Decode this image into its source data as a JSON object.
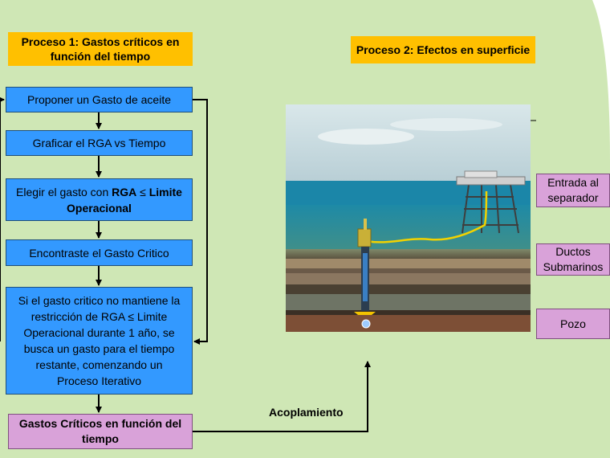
{
  "colors": {
    "background": "#CFE7B5",
    "title_fill": "#FFC000",
    "step_fill": "#3399FF",
    "output_fill": "#D9A2D9",
    "arrow": "#000000"
  },
  "process1": {
    "title": "Proceso 1: Gastos críticos en función del tiempo",
    "steps": [
      {
        "text": "Proponer un Gasto de aceite"
      },
      {
        "text": "Graficar el RGA vs Tiempo"
      },
      {
        "text_pre": "Elegir el gasto con ",
        "text_bold_a": "RGA",
        "symbol": "≤",
        "text_bold_b": "Limite Operacional"
      },
      {
        "text": "Encontraste el Gasto Critico"
      },
      {
        "text_pre": "Si el gasto critico no mantiene la restricción de RGA ",
        "symbol": "≤",
        "text_post": " Limite Operacional durante 1 año, se busca un gasto para el tiempo restante, comenzando un Proceso Iterativo"
      }
    ],
    "output": "Gastos Críticos en función del tiempo"
  },
  "process2": {
    "title": "Proceso 2: Efectos en superficie",
    "labels": [
      "Entrada al separador",
      "Ductos Submarinos",
      "Pozo"
    ]
  },
  "coupling_label": "Acoplamiento"
}
